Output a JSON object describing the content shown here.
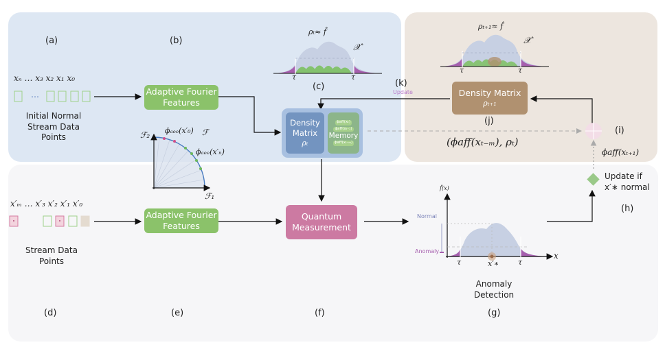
{
  "panel_labels": {
    "a": "(a)",
    "b": "(b)",
    "c": "(c)",
    "d": "(d)",
    "e": "(e)",
    "f": "(f)",
    "g": "(g)",
    "h": "(h)",
    "i": "(i)",
    "j": "(j)",
    "k": "(k)"
  },
  "initial_stream": {
    "seq_top": "xₙ   … x₃  x₂  x₁  x₀",
    "caption_line1": "Initial Normal",
    "caption_line2": "Stream Data",
    "caption_line3": "Points"
  },
  "stream": {
    "seq_top": "x′ₘ    … x′₃  x′₂  x′₁  x′₀",
    "caption_line1": "Stream Data",
    "caption_line2": "Points"
  },
  "aff_box_1": {
    "line1": "Adaptive Fourier",
    "line2": "Features"
  },
  "aff_box_2": {
    "line1": "Adaptive Fourier",
    "line2": "Features"
  },
  "feature_space": {
    "f2": "ℱ₂",
    "f1": "ℱ₁",
    "f": "ℱ",
    "phi_x0": "ϕₐₑₑ(x′₀)",
    "phi_xn": "ϕₐₑₑ(x′ₙ)"
  },
  "density_box": {
    "matrix_line1": "Density",
    "matrix_line2": "Matrix",
    "rho": "ρₜ",
    "memory_label": "Memory",
    "mem_item_1": "ϕaff(xₜ)",
    "mem_item_2": "ϕaff(xₜ₋₁)",
    "mem_item_3": "ϕaff(xₜ₋ₘ)"
  },
  "quantum_box": {
    "line1": "Quantum",
    "line2": "Measurement"
  },
  "density_next": {
    "line1": "Density Matrix",
    "rho": "ρₜ₊₁"
  },
  "update_arrow_label": "Update",
  "pair_label": "(ϕaff(xₜ₋ₘ), ρₜ)",
  "phi_next": "ϕaff(xₜ₊₁)",
  "update_if_line1": "Update if",
  "update_if_line2": "x′∗ normal",
  "dist_c": {
    "title": "ρₜ≈ f̂",
    "space": "𝒳′",
    "tau_left": "τ",
    "tau_right": "τ"
  },
  "dist_k": {
    "title": "ρₜ₊₁≈ f̂",
    "space": "𝒳′",
    "tau_left": "τ",
    "tau_right": "τ"
  },
  "anomaly_chart": {
    "y_axis": "f̂(x)",
    "x_axis": "x",
    "normal_label": "Normal",
    "anomaly_label": "Anomaly",
    "tau_left": "τ",
    "tau_right": "τ",
    "point": "x′∗",
    "caption_line1": "Anomaly",
    "caption_line2": "Detection"
  },
  "colors": {
    "panel_blue": "#dde7f3",
    "panel_beige": "#ede6df",
    "panel_gray": "#f6f6f8",
    "green_box": "#8bc26a",
    "density_outer": "#a8c0e0",
    "density_inner": "#7394c0",
    "memory_bg": "#8cb58a",
    "quantum": "#cc7aa2",
    "density_next": "#b09170",
    "purple": "#a65fae",
    "dist_fill": "#c7d0e3",
    "update_purple": "#b87ac9"
  }
}
